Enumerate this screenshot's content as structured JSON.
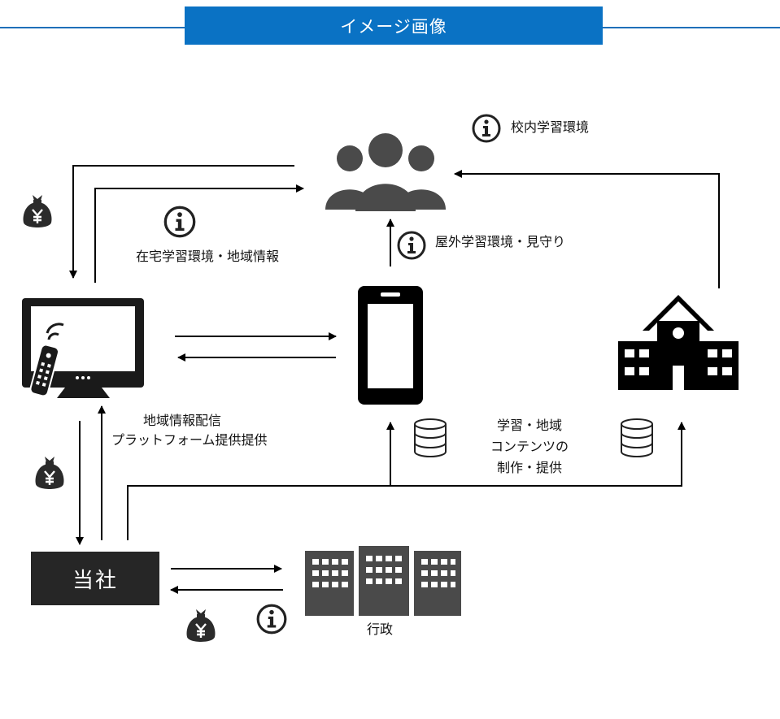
{
  "header": {
    "title": "イメージ画像"
  },
  "labels": {
    "school_env": "校内学習環境",
    "home_env": "在宅学習環境・地域情報",
    "outdoor_env": "屋外学習環境・見守り",
    "platform_line1": "地域情報配信",
    "platform_line2": "プラットフォーム提供提供",
    "content_line1": "学習・地域",
    "content_line2": "コンテンツの",
    "content_line3": "制作・提供",
    "company": "当社",
    "government": "行政"
  },
  "icons": {
    "users": "users-group-icon",
    "tv": "tv-with-remote-icon",
    "smartphone": "smartphone-icon",
    "school": "school-building-icon",
    "government": "office-buildings-icon",
    "database": "database-icon",
    "info": "info-icon",
    "money": "yen-money-bag-icon"
  },
  "colors": {
    "accent": "#0a72c4",
    "dark": "#262626",
    "line": "#000000"
  }
}
